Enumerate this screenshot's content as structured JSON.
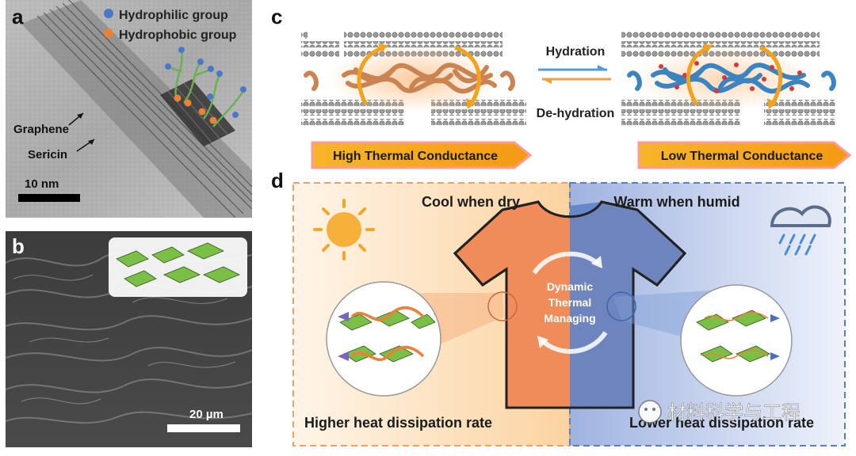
{
  "panel_a": {
    "label": "a",
    "legend": [
      {
        "text": "Hydrophilic group",
        "color": "#4a78c8"
      },
      {
        "text": "Hydrophobic group",
        "color": "#e8823a"
      }
    ],
    "annotations": [
      "Graphene",
      "Sericin"
    ],
    "scalebar": "10 nm"
  },
  "panel_b": {
    "label": "b",
    "scalebar": "20 µm"
  },
  "panel_c": {
    "label": "c",
    "forward": "Hydration",
    "reverse": "De-hydration",
    "left_banner": "High Thermal Conductance",
    "right_banner": "Low Thermal Conductance"
  },
  "panel_d": {
    "label": "d",
    "left_title": "Cool when dry",
    "right_title": "Warm when humid",
    "center_text": [
      "Dynamic",
      "Thermal",
      "Managing"
    ],
    "left_caption": "Higher heat dissipation rate",
    "right_caption": "Lower heat dissipation rate"
  },
  "watermark": "材料科学与工程",
  "colors": {
    "hydrophilic": "#4a78c8",
    "hydrophobic": "#e8823a",
    "banner": "#f4a21c",
    "warm": "#f0915c",
    "cool": "#5f83c8"
  }
}
